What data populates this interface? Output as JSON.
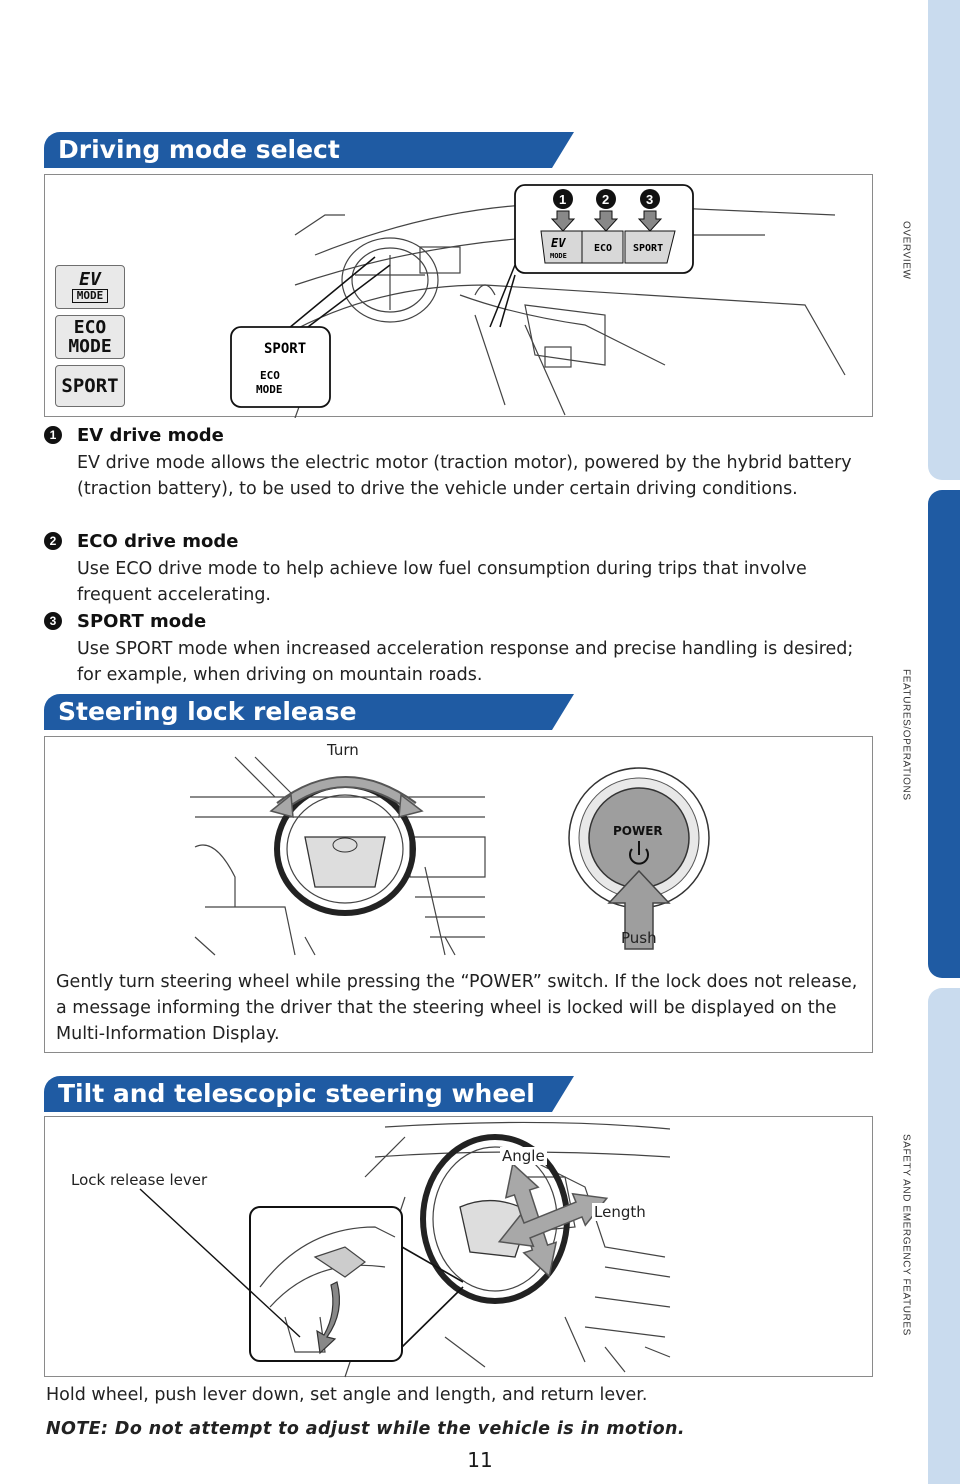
{
  "side_tabs": [
    "OVERVIEW",
    "FEATURES/OPERATIONS",
    "SAFETY AND EMERGENCY FEATURES"
  ],
  "driving_mode": {
    "title": "Driving mode select",
    "icons": {
      "ev_line1": "EV",
      "ev_line2": "MODE",
      "eco_line1": "ECO",
      "eco_line2": "MODE",
      "sport": "SPORT"
    },
    "switch_labels": {
      "ev": "EV",
      "ev_small": "MODE",
      "eco": "ECO",
      "sport": "SPORT"
    },
    "callout_labels": {
      "sport": "SPORT",
      "eco_line1": "ECO",
      "eco_line2": "MODE"
    },
    "items": [
      {
        "num": "1",
        "title": "EV drive mode",
        "text": "EV drive mode allows the electric motor (traction motor), powered by the hybrid battery (traction battery), to be used to drive the vehicle under certain driving conditions."
      },
      {
        "num": "2",
        "title": "ECO drive mode",
        "text": "Use ECO drive mode to help achieve low fuel consumption during trips that involve frequent accelerating."
      },
      {
        "num": "3",
        "title": "SPORT mode",
        "text": "Use SPORT mode when increased acceleration response and precise handling is desired; for example, when driving on mountain roads."
      }
    ]
  },
  "steering_lock": {
    "title": "Steering lock release",
    "turn_label": "Turn",
    "push_label": "Push",
    "button_label": "POWER",
    "text": "Gently turn steering wheel while pressing the “POWER” switch. If the lock does not release, a message informing the driver that the steering wheel is locked will be displayed on the Multi-Information Display."
  },
  "tilt": {
    "title": "Tilt and telescopic steering wheel",
    "lever_label": "Lock release lever",
    "angle_label": "Angle",
    "length_label": "Length",
    "text": "Hold wheel, push lever down, set angle and length, and return lever.",
    "note": "NOTE: Do not attempt to adjust while the vehicle is in motion."
  },
  "page_number": "11",
  "colors": {
    "header_blue": "#1f5ba3",
    "tab_light": "#c9dbee",
    "tab_dark": "#1f5ba3"
  }
}
